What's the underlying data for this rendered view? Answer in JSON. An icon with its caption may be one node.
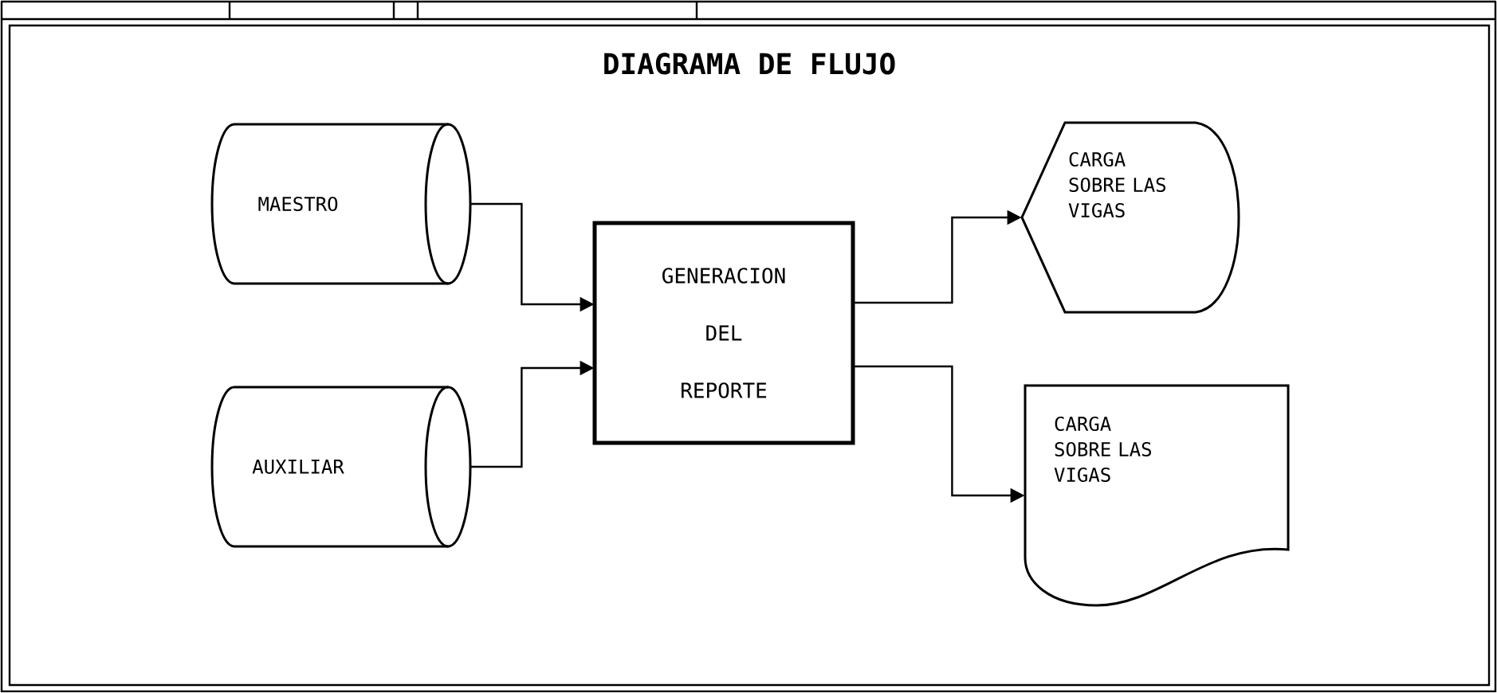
{
  "diagram": {
    "title": "DIAGRAMA DE FLUJO",
    "nodes": [
      {
        "text": [
          "MAESTRO"
        ]
      },
      {
        "text": [
          "AUXILIAR"
        ]
      },
      {
        "text": [
          "GENERACION DEL REPORTE"
        ]
      },
      {
        "text": [
          "CARGA SOBRE LAS VIGAS"
        ]
      },
      {
        "text": [
          "CARGA SOBRE LAS VIGAS"
        ]
      }
    ],
    "edges": [
      {
        "from": 0,
        "to": 2,
        "arrow": "to"
      },
      {
        "from": 1,
        "to": 2,
        "arrow": "to"
      },
      {
        "from": 2,
        "to": 3,
        "arrow": "to"
      },
      {
        "from": 2,
        "to": 4,
        "arrow": "to"
      }
    ]
  }
}
